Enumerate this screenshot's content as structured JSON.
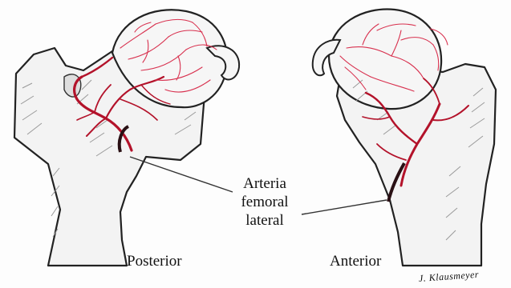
{
  "figure": {
    "label_artery_line1": "Arteria",
    "label_artery_line2": "femoral",
    "label_artery_line3": "lateral",
    "label_posterior": "Posterior",
    "label_anterior": "Anterior",
    "signature": "J. Klausmeyer"
  },
  "colors": {
    "vessel": "#b3122a",
    "vessel_light": "#d8304e",
    "bone_outline": "#222222",
    "bone_fill": "#f3f3f3",
    "shade": "#9a9a9a",
    "leader": "#333333"
  }
}
